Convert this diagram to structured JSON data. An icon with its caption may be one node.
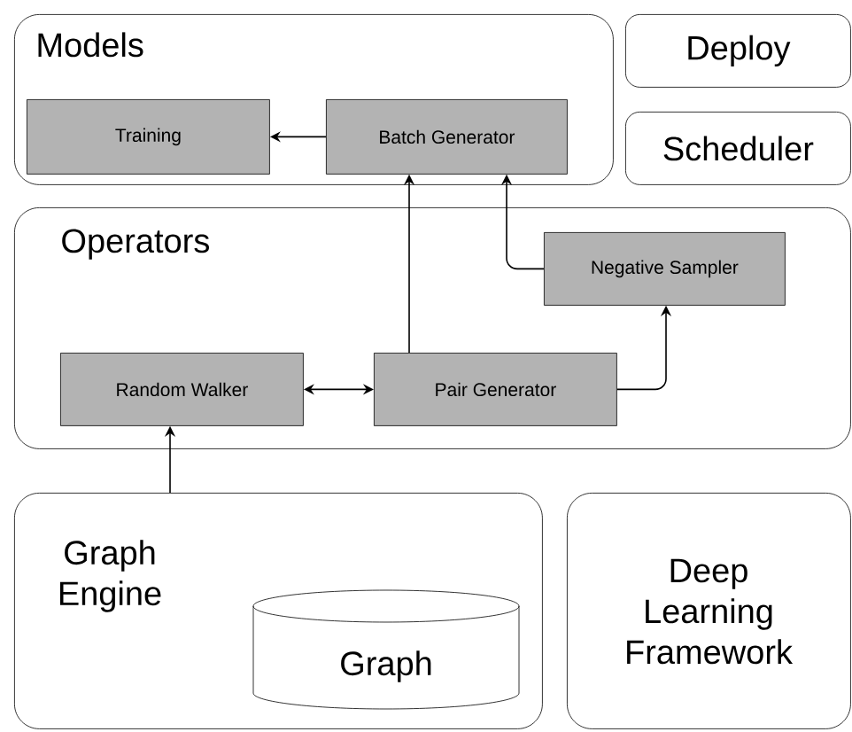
{
  "diagram": {
    "nodes": [
      {
        "text": [
          "Models"
        ]
      },
      {
        "text": [
          "Training"
        ],
        "in": 0
      },
      {
        "text": [
          "Batch Generator"
        ],
        "in": 0
      },
      {
        "text": [
          "Deploy"
        ]
      },
      {
        "text": [
          "Scheduler"
        ]
      },
      {
        "text": [
          "Operators"
        ]
      },
      {
        "text": [
          "Negative Sampler"
        ],
        "in": 5
      },
      {
        "text": [
          "Random Walker"
        ],
        "in": 5
      },
      {
        "text": [
          "Pair Generator"
        ],
        "in": 5
      },
      {
        "text": [
          "Graph Engine"
        ]
      },
      {
        "text": [
          "Graph"
        ],
        "in": 9
      },
      {
        "text": [
          "Deep Learning Framework"
        ]
      }
    ],
    "edges": [
      {
        "from": 2,
        "to": 1,
        "arrow": "to"
      },
      {
        "from": 8,
        "to": 2,
        "arrow": "to"
      },
      {
        "from": 6,
        "to": 2,
        "arrow": "to"
      },
      {
        "from": 7,
        "to": 8,
        "arrow": "both"
      },
      {
        "from": 8,
        "to": 6,
        "arrow": "to"
      },
      {
        "from": 9,
        "to": 7,
        "arrow": "to"
      }
    ]
  }
}
